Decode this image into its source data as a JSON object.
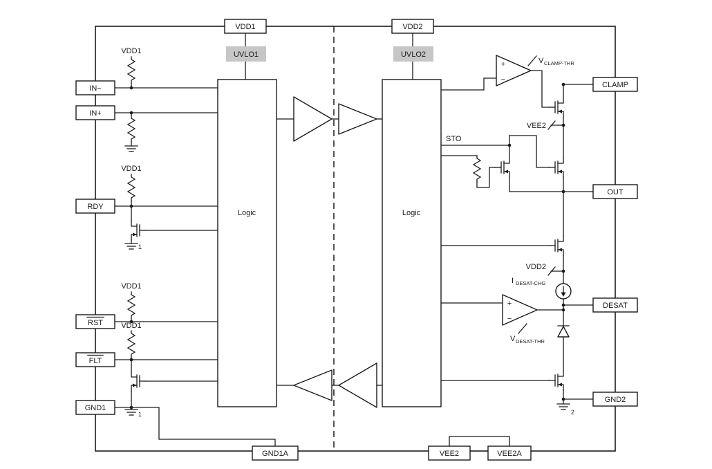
{
  "diagram": {
    "top_pins": {
      "vdd1": "VDD1",
      "vdd2": "VDD2"
    },
    "left_pins": {
      "in_minus": "IN−",
      "in_plus": "IN+",
      "rdy": "RDY",
      "rst": "RST",
      "flt": "FLT",
      "gnd1": "GND1"
    },
    "right_pins": {
      "clamp": "CLAMP",
      "out": "OUT",
      "desat": "DESAT",
      "gnd2": "GND2"
    },
    "bottom_pins": {
      "gnd1a": "GND1A",
      "vee2": "VEE2",
      "vee2a": "VEE2A"
    },
    "blocks": {
      "uvlo1": "UVLO1",
      "uvlo2": "UVLO2",
      "logic1": "Logic",
      "logic2": "Logic"
    },
    "net_labels": {
      "vdd1_pullup": "VDD1",
      "vee2_rail": "VEE2",
      "vdd2_rail": "VDD2",
      "sto": "STO",
      "clamp_thr_prefix": "V",
      "clamp_thr_sub": "CLAMP-THR",
      "desat_chg_prefix": "I",
      "desat_chg_sub": "DESAT-CHG",
      "desat_thr_prefix": "V",
      "desat_thr_sub": "DESAT-THR",
      "plus": "+",
      "minus": "−",
      "bond1": "1",
      "bond2": "2"
    },
    "colors": {
      "line": "#1a1a1a",
      "uvlo_bg": "#c6c6c6",
      "background": "#ffffff"
    }
  }
}
